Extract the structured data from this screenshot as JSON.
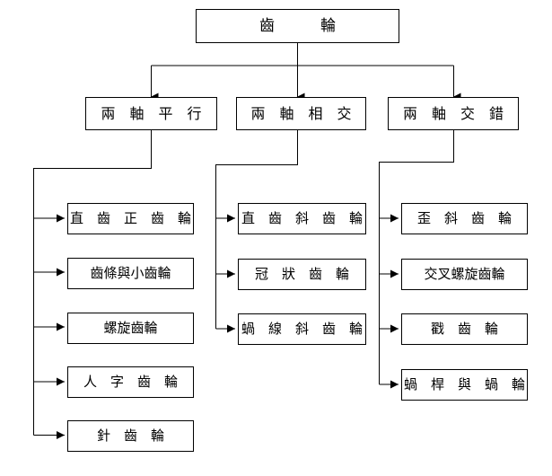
{
  "diagram": {
    "title_text": "齒　　　輪",
    "background_color": "#ffffff",
    "line_color": "#000000",
    "root": {
      "label": "齒　　　輪"
    },
    "branches": [
      {
        "id": "parallel",
        "label": "兩　軸　平　行",
        "children": [
          {
            "label": "直　齒　正　齒　輪"
          },
          {
            "label": "齒條與小齒輪"
          },
          {
            "label": "螺旋齒輪"
          },
          {
            "label": "人　字　齒　輪"
          },
          {
            "label": "針　齒　輪"
          }
        ]
      },
      {
        "id": "intersecting",
        "label": "兩　軸　相　交",
        "children": [
          {
            "label": "直　齒　斜　齒　輪"
          },
          {
            "label": "冠　狀　齒　輪"
          },
          {
            "label": "蝸　線　斜　齒　輪"
          }
        ]
      },
      {
        "id": "skew",
        "label": "兩　軸　交　錯",
        "children": [
          {
            "label": "歪　斜　齒　輪"
          },
          {
            "label": "交叉螺旋齒輪"
          },
          {
            "label": "戳　齒　輪"
          },
          {
            "label": "蝸　桿　與　蝸　輪"
          }
        ]
      }
    ]
  }
}
